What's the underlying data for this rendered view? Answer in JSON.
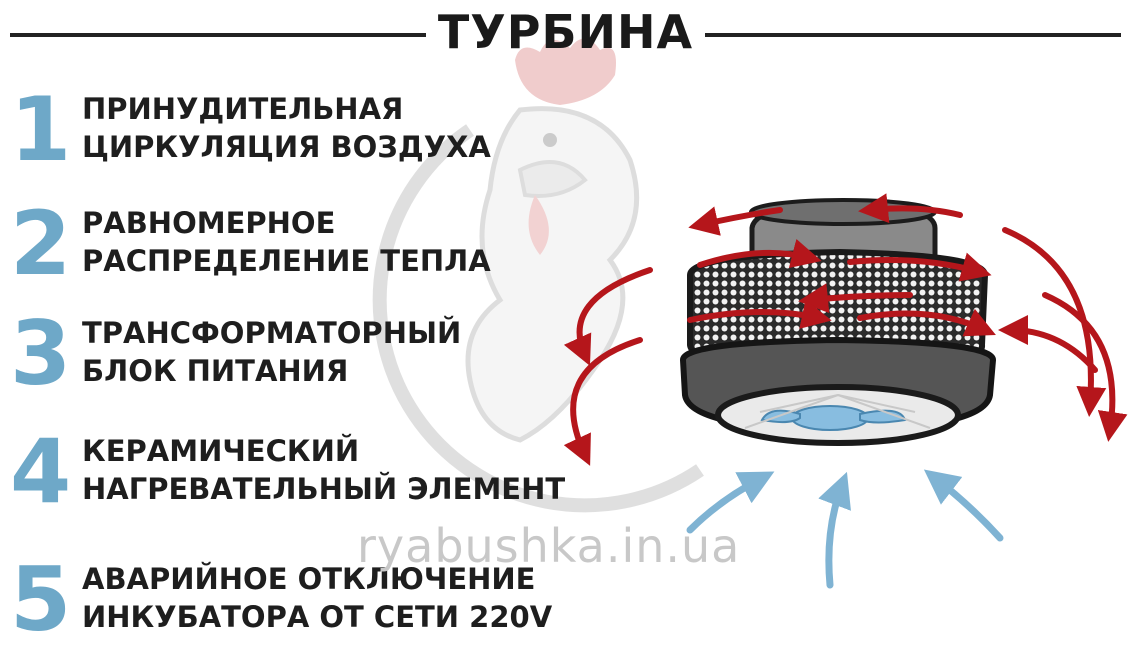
{
  "title": "ТУРБИНА",
  "features": [
    {
      "number": "1",
      "line1": "ПРИНУДИТЕЛЬНАЯ",
      "line2": "ЦИРКУЛЯЦИЯ ВОЗДУХА"
    },
    {
      "number": "2",
      "line1": "РАВНОМЕРНОЕ",
      "line2": "РАСПРЕДЕЛЕНИЕ ТЕПЛА"
    },
    {
      "number": "3",
      "line1": "ТРАНСФОРМАТОРНЫЙ",
      "line2": "БЛОК ПИТАНИЯ"
    },
    {
      "number": "4",
      "line1": "КЕРАМИЧЕСКИЙ",
      "line2": "НАГРЕВАТЕЛЬНЫЙ ЭЛЕМЕНТ"
    },
    {
      "number": "5",
      "line1": "АВАРИЙНОЕ ОТКЛЮЧЕНИЕ",
      "line2": "ИНКУБАТОРА ОТ СЕТИ 220V"
    }
  ],
  "watermark": "ryabushka.in.ua",
  "colors": {
    "number_blue": "#6ea8c8",
    "text_dark": "#1e1e1e",
    "arrow_red": "#b5161b",
    "arrow_blue": "#7fb3d3",
    "logo_gray": "#bdbdbd",
    "comb_pink": "#e8a0a0"
  },
  "icons": [
    "rooster-logo",
    "turbine-fan",
    "red-airflow-arrows",
    "blue-intake-arrows"
  ]
}
